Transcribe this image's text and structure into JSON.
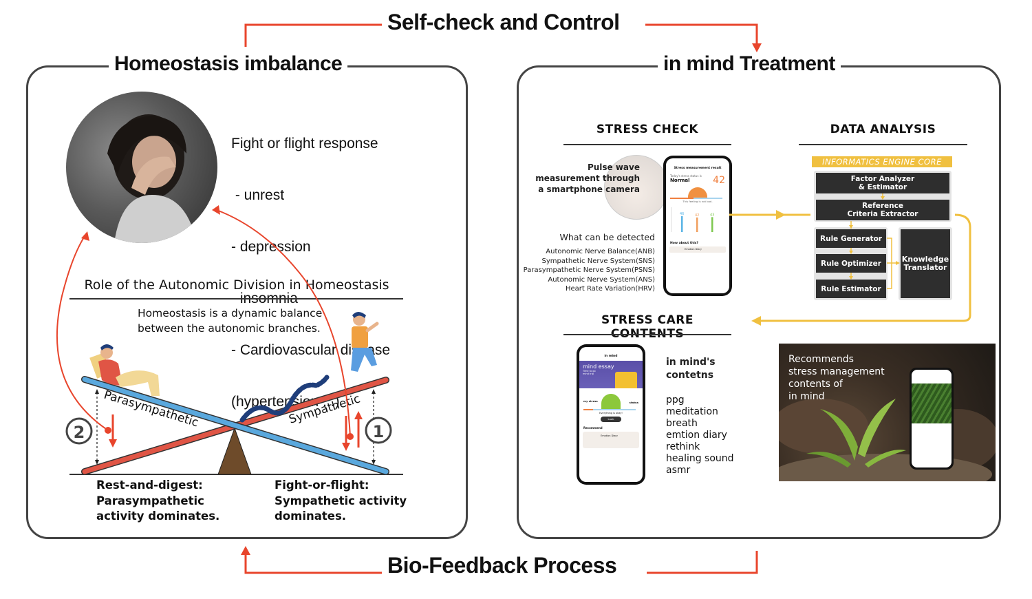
{
  "top_label": "Self-check and Control",
  "bottom_label": "Bio-Feedback Process",
  "left_panel": {
    "title": "Homeostasis imbalance",
    "photo_alt": "stressed-woman-photo",
    "symptoms_title": "Fight or flight response",
    "symptoms": [
      " - unrest",
      "- depression",
      "- insomnia",
      "- Cardiovascular disease",
      "(hypertension ...)"
    ],
    "seesaw": {
      "title": "Role of the Autonomic Division in Homeostasis",
      "subtitle_line1": "Homeostasis is a dynamic balance",
      "subtitle_line2": "between the autonomic branches.",
      "label_para": "Parasympathetic",
      "label_sym": "Sympathetic",
      "marker_left": "2",
      "marker_right": "1",
      "caption_left": [
        "Rest-and-digest:",
        "Parasympathetic",
        "activity dominates."
      ],
      "caption_right": [
        "Fight-or-flight:",
        "Sympathetic activity",
        "dominates."
      ]
    }
  },
  "right_panel": {
    "title": "in mind Treatment",
    "stress_check": {
      "heading": "STRESS CHECK",
      "pulse_line1": "Pulse wave",
      "pulse_line2": "measurement through",
      "pulse_line3": "a smartphone camera",
      "detect_heading": "What can be detected",
      "detect_items": [
        "Autonomic Nerve Balance(ANB)",
        "Sympathetic Nerve System(SNS)",
        "Parasympathetic Nerve System(PSNS)",
        "Autonomic Nerve System(ANS)",
        "Heart Rate Variation(HRV)"
      ],
      "phone": {
        "header": "Stress measurement result",
        "status_label": "Today's stress status is",
        "status": "Normal",
        "score": "42",
        "feeling": "This feeling is not bad.",
        "bars": [
          {
            "label": "46",
            "value": 46,
            "color": "#5bb5e6"
          },
          {
            "label": "42",
            "value": 42,
            "color": "#f0a060"
          },
          {
            "label": "43",
            "value": 43,
            "color": "#7ec850"
          }
        ],
        "axis_max": "100",
        "how_about": "How about this?",
        "card": "Emotion Diary"
      }
    },
    "data_analysis": {
      "heading": "DATA ANALYSIS",
      "engine_label": "INFORMATICS ENGINE CORE",
      "boxes": {
        "factor": [
          "Factor Analyzer",
          "& Estimator"
        ],
        "reference": [
          "Reference",
          "Criteria Extractor"
        ],
        "rule_generator": "Rule Generator",
        "rule_optimizer": "Rule Optimizer",
        "rule_estimator": "Rule Estimator",
        "knowledge": [
          "Knowledge",
          "Translator"
        ]
      }
    },
    "care": {
      "heading": "STRESS CARE CONTENTS",
      "phone": {
        "app_name": "in mind",
        "banner": "mind essay",
        "banner_sub": "Time to go mind trip",
        "my_stress": "my stress",
        "status": "status",
        "everything": "Everything is okay!",
        "look_button": "Look",
        "recommend": "Recommend",
        "card": "Emotion Diary"
      },
      "contents_title": [
        "in mind's",
        "contetns"
      ],
      "contents_items": [
        "ppg",
        "meditation",
        "breath",
        "emtion diary",
        "rethink",
        "healing sound",
        "asmr"
      ],
      "photo_text": [
        "Recommends",
        "stress management",
        "contents of",
        "in mind"
      ]
    }
  },
  "colors": {
    "feedback_red": "#e8452c",
    "engine_gold": "#f0c040",
    "parasympathetic_blue": "#5aa8dd",
    "sympathetic_red": "#e05545",
    "fulcrum_brown": "#6e4b2a"
  }
}
